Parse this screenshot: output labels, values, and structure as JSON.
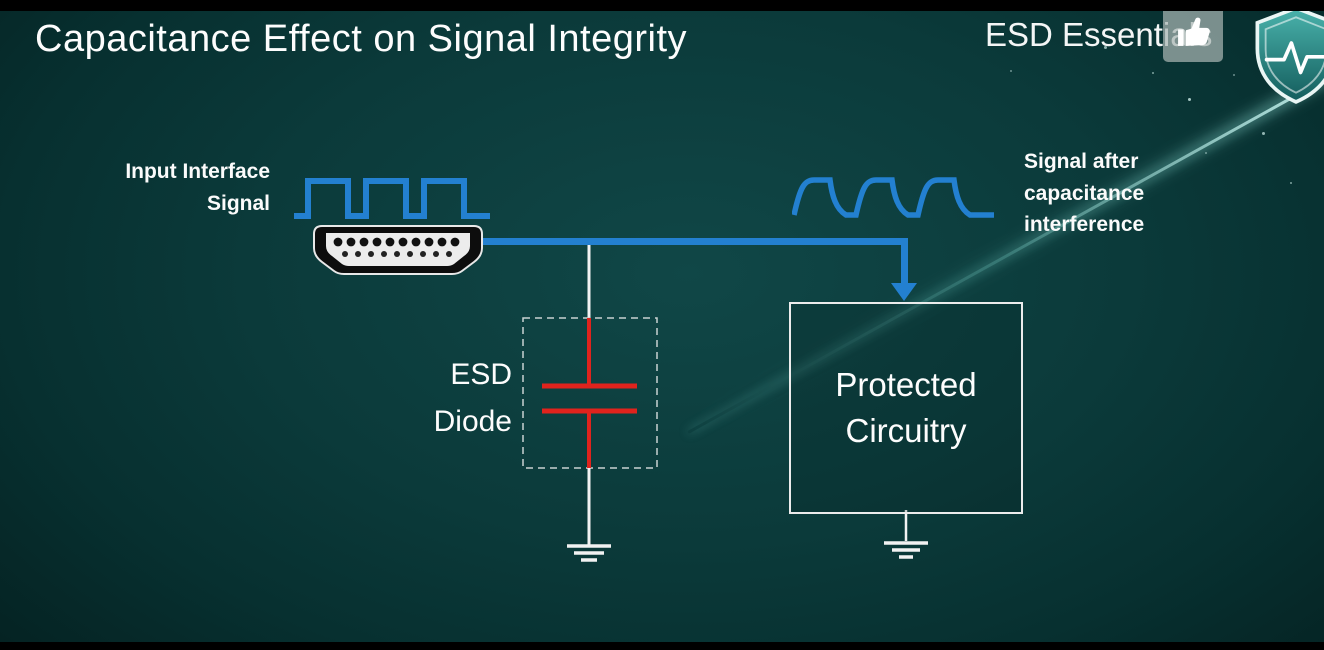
{
  "header": {
    "title": "Capacitance Effect on Signal Integrity",
    "brand": "ESD Essentials"
  },
  "diagram": {
    "input_signal_label": {
      "line1": "Input Interface",
      "line2": "Signal"
    },
    "output_signal_label": {
      "line1": "Signal after",
      "line2": "capacitance",
      "line3": "interference"
    },
    "esd_diode_label": {
      "line1": "ESD",
      "line2": "Diode"
    },
    "protected_box": {
      "line1": "Protected",
      "line2": "Circuitry"
    }
  },
  "icons": {
    "like": "thumbs-up-icon",
    "brand_mark": "shield-pulse-icon",
    "connector": "hdmi-connector-icon",
    "grounds": "ground-symbol"
  },
  "colors": {
    "signal_blue": "#2380d0",
    "capacitor_red": "#e0231d",
    "wire_white": "#f2f2f2",
    "background_teal": "#0b3a3a"
  }
}
